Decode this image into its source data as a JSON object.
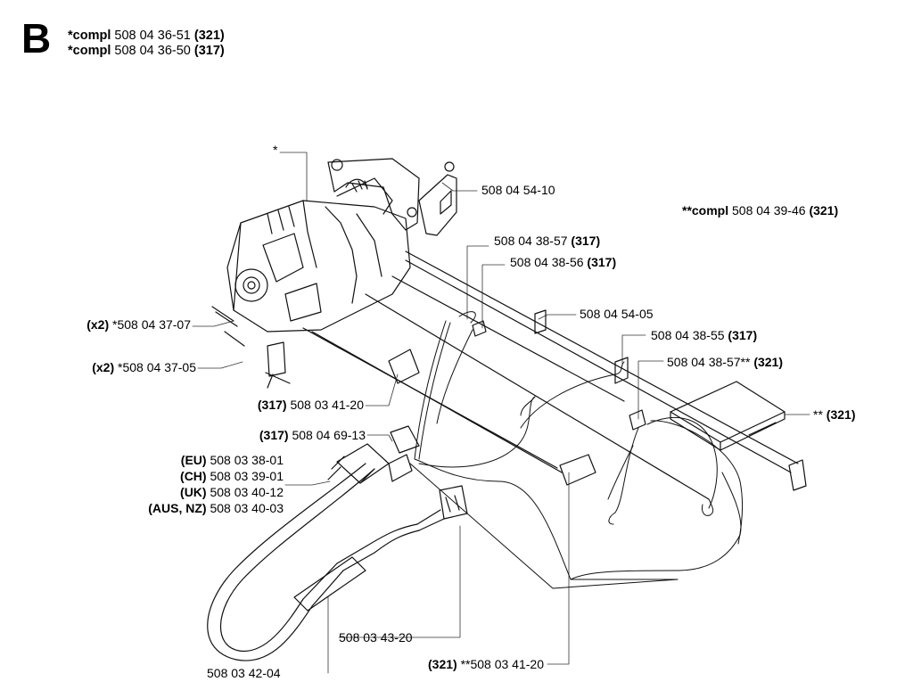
{
  "section": "B",
  "header": [
    {
      "prefix": "*compl",
      "number": "508 04 36-51",
      "suffix": "(321)"
    },
    {
      "prefix": "*compl",
      "number": "508 04 36-50",
      "suffix": "(317)"
    }
  ],
  "callouts": {
    "star": "*",
    "p_540_10": {
      "text": "508 04 54-10"
    },
    "compl_39_46": {
      "prefix": "**compl",
      "number": "508 04 39-46",
      "suffix": "(321)"
    },
    "p_538_57": {
      "number": "508 04 38-57",
      "suffix": "(317)"
    },
    "p_538_56": {
      "number": "508 04 38-56",
      "suffix": "(317)"
    },
    "p_540_05": {
      "text": "508 04 54-05"
    },
    "p_538_55": {
      "number": "508 04 38-55",
      "suffix": "(317)"
    },
    "p_538_57b": {
      "number": "508 04 38-57**",
      "suffix": "(321)"
    },
    "p_box": {
      "prefix": "**",
      "suffix": "(321)"
    },
    "p_537_07": {
      "prefix": "(x2)",
      "number": "*508 04 37-07"
    },
    "p_537_05": {
      "prefix": "(x2)",
      "number": "*508 04 37-05"
    },
    "p_341_20": {
      "prefix": "(317)",
      "number": "508 03 41-20"
    },
    "p_469_13": {
      "prefix": "(317)",
      "number": "508 04 69-13"
    },
    "plugs": [
      {
        "prefix": "(EU)",
        "number": "508 03 38-01"
      },
      {
        "prefix": "(CH)",
        "number": "508 03 39-01"
      },
      {
        "prefix": "(UK)",
        "number": "508 03 40-12"
      },
      {
        "prefix": "(AUS, NZ)",
        "number": "508 03 40-03"
      }
    ],
    "p_343_20": {
      "text": "508 03 43-20"
    },
    "p_341_20b": {
      "prefix": "(321)",
      "number": "**508 03 41-20"
    },
    "p_342_04": {
      "text": "508 03 42-04"
    }
  }
}
